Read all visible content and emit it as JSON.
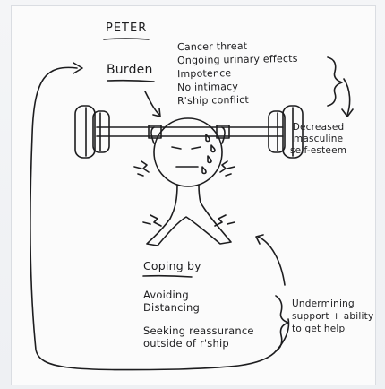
{
  "title": "PETER",
  "burden": {
    "label": "Burden",
    "items": [
      "Cancer threat",
      "Ongoing urinary effects",
      "Impotence",
      "No intimacy",
      "R'ship conflict"
    ]
  },
  "outcome": [
    "Decreased",
    "masculine",
    "self-esteem"
  ],
  "coping": {
    "label": "Coping by",
    "strategies": [
      "Avoiding",
      "Distancing",
      "Seeking reassurance",
      "outside of r'ship"
    ]
  },
  "consequence": [
    "Undermining",
    "support + ability",
    "to get help"
  ]
}
